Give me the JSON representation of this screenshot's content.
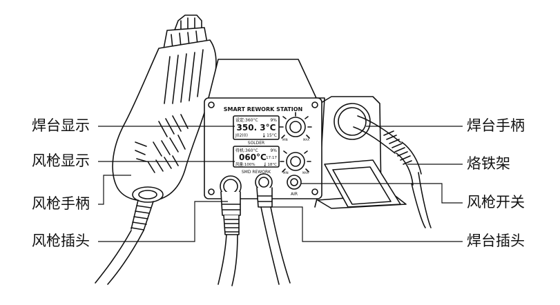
{
  "callouts": {
    "left": [
      {
        "id": "solder-display",
        "text": "焊台显示"
      },
      {
        "id": "hotair-display",
        "text": "风枪显示"
      },
      {
        "id": "hotair-handle",
        "text": "风枪手柄"
      },
      {
        "id": "hotair-plug",
        "text": "风枪插头"
      }
    ],
    "right": [
      {
        "id": "solder-handle",
        "text": "焊台手柄"
      },
      {
        "id": "iron-holder",
        "text": "烙铁架"
      },
      {
        "id": "hotair-switch",
        "text": "风枪开关"
      },
      {
        "id": "solder-plug",
        "text": "焊台插头"
      }
    ]
  },
  "station": {
    "title": "SMART REWORK STATION",
    "solder_screen": {
      "line1_left": "设定:360°C",
      "line1_right": "9%",
      "temp": "350. 3°C",
      "line3_left": "J02(0)",
      "line3_right": "🌡15°C",
      "label": "SOLDER"
    },
    "smd_screen": {
      "line1_left": "待机:360°C",
      "line1_right": "9%",
      "temp": "060°C",
      "time": "17:17",
      "line3_left": "风量:100%",
      "line3_right": "🌡18°C",
      "label": "SMD REWORK"
    },
    "knob_min": "MIN",
    "knob_max": "MAX",
    "air_label": "AIR"
  }
}
